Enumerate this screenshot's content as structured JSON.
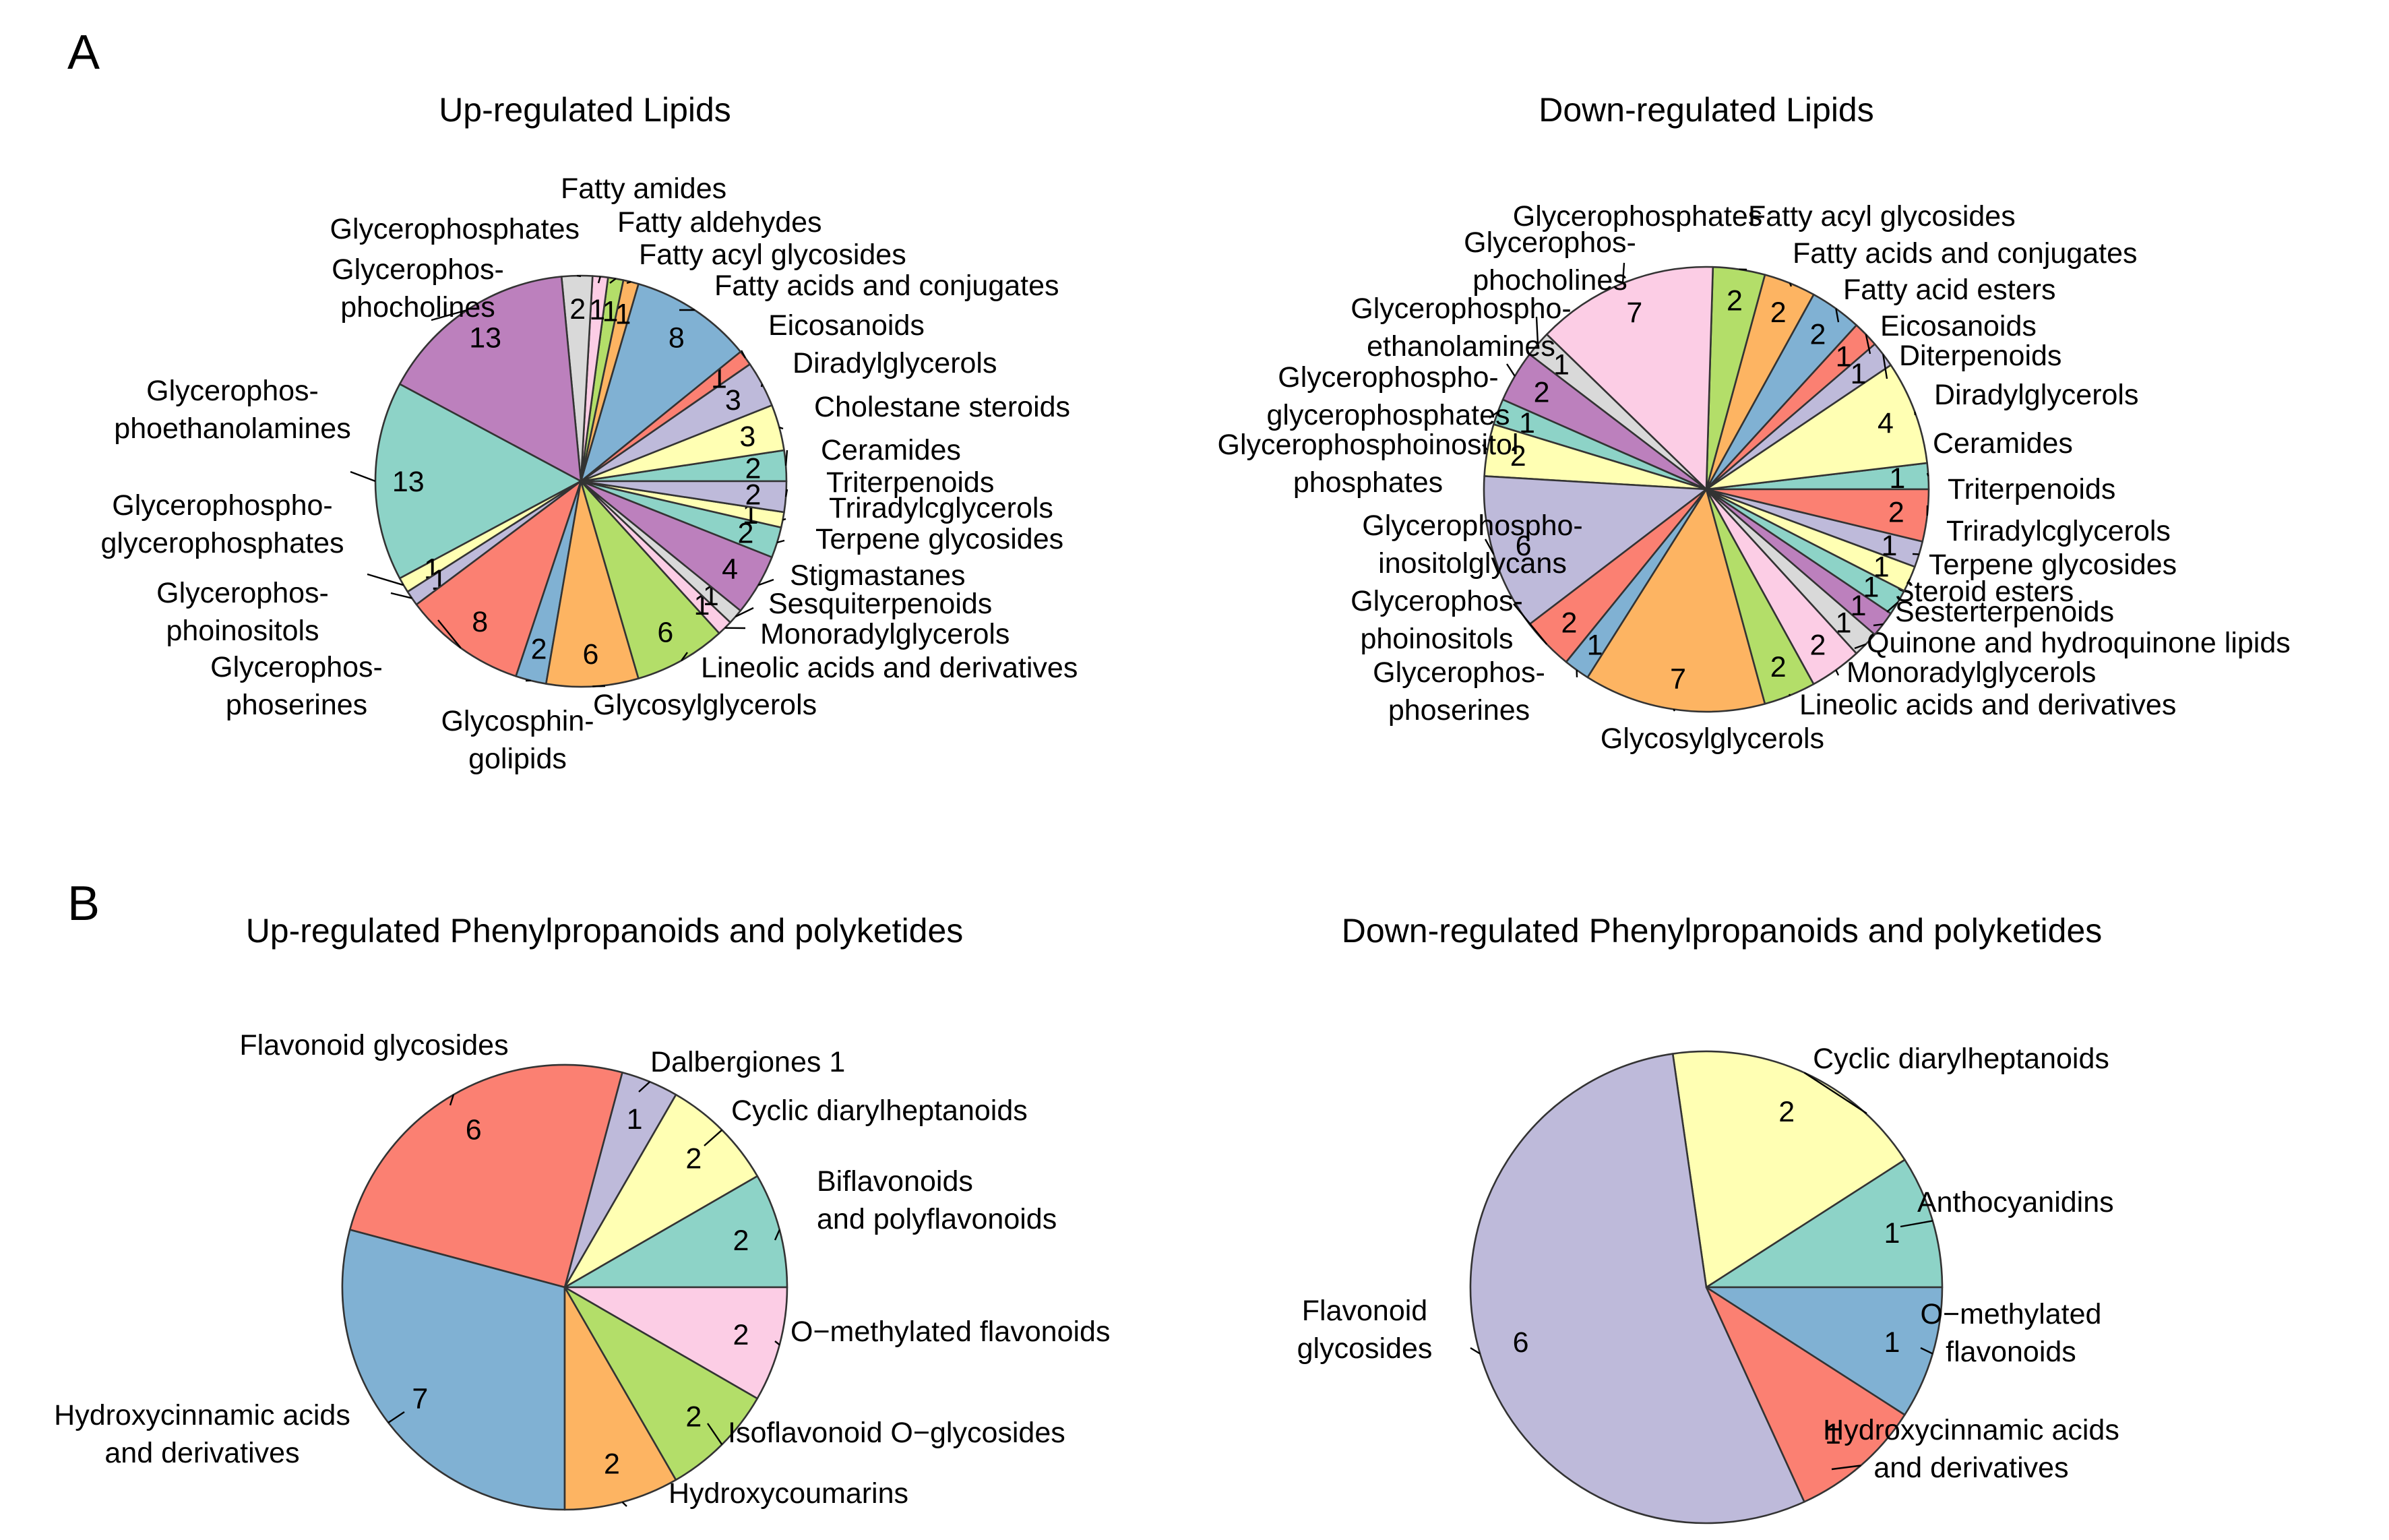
{
  "panels": {
    "a": "A",
    "b": "B"
  },
  "palette": {
    "teal": "#8dd3c7",
    "yellow": "#ffffb3",
    "lavender": "#bebada",
    "red": "#fb8072",
    "blue": "#80b1d3",
    "orange": "#fdb462",
    "green": "#b3de69",
    "pink": "#fccde5",
    "grey": "#d9d9d9",
    "purple": "#bc80bd",
    "outline": "#333333"
  },
  "chart_data": [
    {
      "id": "up_lipids",
      "type": "pie",
      "title": "Up-regulated Lipids",
      "direction": "counterclockwise from 3 o'clock",
      "slices": [
        {
          "label": "Ceramides",
          "value": 2,
          "color": "#8dd3c7"
        },
        {
          "label": "Cholestane steroids",
          "value": 3,
          "color": "#ffffb3"
        },
        {
          "label": "Diradylglycerols",
          "value": 3,
          "color": "#bebada"
        },
        {
          "label": "Eicosanoids",
          "value": 1,
          "color": "#fb8072"
        },
        {
          "label": "Fatty acids and conjugates",
          "value": 8,
          "color": "#80b1d3"
        },
        {
          "label": "Fatty acyl glycosides",
          "value": 1,
          "color": "#fdb462"
        },
        {
          "label": "Fatty aldehydes",
          "value": 1,
          "color": "#b3de69"
        },
        {
          "label": "Fatty amides",
          "value": 1,
          "color": "#fccde5"
        },
        {
          "label": "Glycerophosphates",
          "value": 2,
          "color": "#d9d9d9"
        },
        {
          "label": "Glycerophos-\nphocholines",
          "value": 13,
          "color": "#bc80bd"
        },
        {
          "label": "Glycerophos-\nphoethanolamines",
          "value": 13,
          "color": "#8dd3c7"
        },
        {
          "label": "Glycerophospho-\nglycerophosphates",
          "value": 1,
          "color": "#ffffb3"
        },
        {
          "label": "Glycerophos-\nphoinositols",
          "value": 1,
          "color": "#bebada"
        },
        {
          "label": "Glycerophos-\nphoserines",
          "value": 8,
          "color": "#fb8072"
        },
        {
          "label": "Glycosphin-\ngolipids",
          "value": 2,
          "color": "#80b1d3"
        },
        {
          "label": "Glycosylglycerols",
          "value": 6,
          "color": "#fdb462"
        },
        {
          "label": "Lineolic acids and derivatives",
          "value": 6,
          "color": "#b3de69"
        },
        {
          "label": "Monoradylglycerols",
          "value": 1,
          "color": "#fccde5"
        },
        {
          "label": "Sesquiterpenoids",
          "value": 1,
          "color": "#d9d9d9"
        },
        {
          "label": "Stigmastanes",
          "value": 4,
          "color": "#bc80bd"
        },
        {
          "label": "Terpene glycosides",
          "value": 2,
          "color": "#8dd3c7"
        },
        {
          "label": "Triradylcglycerols",
          "value": 1,
          "color": "#ffffb3"
        },
        {
          "label": "Triterpenoids",
          "value": 2,
          "color": "#bebada"
        }
      ]
    },
    {
      "id": "down_lipids",
      "type": "pie",
      "title": "Down-regulated Lipids",
      "direction": "counterclockwise from 3 o'clock",
      "slices": [
        {
          "label": "Ceramides",
          "value": 1,
          "color": "#8dd3c7"
        },
        {
          "label": "Diradylglycerols",
          "value": 4,
          "color": "#ffffb3"
        },
        {
          "label": "Diterpenoids",
          "value": 1,
          "color": "#bebada"
        },
        {
          "label": "Eicosanoids",
          "value": 1,
          "color": "#fb8072"
        },
        {
          "label": "Fatty acid esters",
          "value": 2,
          "color": "#80b1d3"
        },
        {
          "label": "Fatty acids and conjugates",
          "value": 2,
          "color": "#fdb462"
        },
        {
          "label": "Fatty acyl glycosides",
          "value": 2,
          "color": "#b3de69"
        },
        {
          "label": "Glycerophosphates",
          "value": 7,
          "color": "#fccde5"
        },
        {
          "label": "Glycerophos-\nphocholines",
          "value": 1,
          "color": "#d9d9d9"
        },
        {
          "label": "Glycerophospho-\nethanolamines",
          "value": 2,
          "color": "#bc80bd"
        },
        {
          "label": "Glycerophospho-\nglycerophosphates",
          "value": 1,
          "color": "#8dd3c7"
        },
        {
          "label": "Glycerophosphoinositol\nphosphates",
          "value": 2,
          "color": "#ffffb3"
        },
        {
          "label": "Glycerophospho-\ninositolglycans",
          "value": 6,
          "color": "#bebada"
        },
        {
          "label": "Glycerophos-\nphoinositols",
          "value": 2,
          "color": "#fb8072"
        },
        {
          "label": "Glycerophos-\nphoserines",
          "value": 1,
          "color": "#80b1d3"
        },
        {
          "label": "Glycosylglycerols",
          "value": 7,
          "color": "#fdb462"
        },
        {
          "label": "Lineolic acids and derivatives",
          "value": 2,
          "color": "#b3de69"
        },
        {
          "label": "Monoradylglycerols",
          "value": 2,
          "color": "#fccde5"
        },
        {
          "label": "Quinone and hydroquinone lipids",
          "value": 1,
          "color": "#d9d9d9"
        },
        {
          "label": "Sesterterpenoids",
          "value": 1,
          "color": "#bc80bd"
        },
        {
          "label": "Steroid esters",
          "value": 1,
          "color": "#8dd3c7"
        },
        {
          "label": "Terpene glycosides",
          "value": 1,
          "color": "#ffffb3"
        },
        {
          "label": "Triradylcglycerols",
          "value": 1,
          "color": "#bebada"
        },
        {
          "label": "Triterpenoids",
          "value": 2,
          "color": "#fb8072"
        }
      ]
    },
    {
      "id": "up_phenyl",
      "type": "pie",
      "title": "Up-regulated Phenylpropanoids and polyketides",
      "direction": "counterclockwise from 3 o'clock",
      "slices": [
        {
          "label": "Biflavonoids\nand polyflavonoids",
          "value": 2,
          "color": "#8dd3c7"
        },
        {
          "label": "Cyclic diarylheptanoids",
          "value": 2,
          "color": "#ffffb3"
        },
        {
          "label": "Dalbergiones 1",
          "value": 1,
          "color": "#bebada"
        },
        {
          "label": "Flavonoid glycosides",
          "value": 6,
          "color": "#fb8072"
        },
        {
          "label": "Hydroxycinnamic acids\nand derivatives",
          "value": 7,
          "color": "#80b1d3"
        },
        {
          "label": "Hydroxycoumarins",
          "value": 2,
          "color": "#fdb462"
        },
        {
          "label": "Isoflavonoid O−glycosides",
          "value": 2,
          "color": "#b3de69"
        },
        {
          "label": "O−methylated flavonoids",
          "value": 2,
          "color": "#fccde5"
        }
      ]
    },
    {
      "id": "down_phenyl",
      "type": "pie",
      "title": "Down-regulated Phenylpropanoids and polyketides",
      "direction": "counterclockwise from 3 o'clock",
      "slices": [
        {
          "label": "Anthocyanidins",
          "value": 1,
          "color": "#8dd3c7"
        },
        {
          "label": "Cyclic diarylheptanoids",
          "value": 2,
          "color": "#ffffb3"
        },
        {
          "label": "Flavonoid\nglycosides",
          "value": 6,
          "color": "#bebada"
        },
        {
          "label": "Hydroxycinnamic acids\nand derivatives",
          "value": 1,
          "color": "#fb8072"
        },
        {
          "label": "O−methylated\nflavonoids",
          "value": 1,
          "color": "#80b1d3"
        }
      ]
    }
  ]
}
